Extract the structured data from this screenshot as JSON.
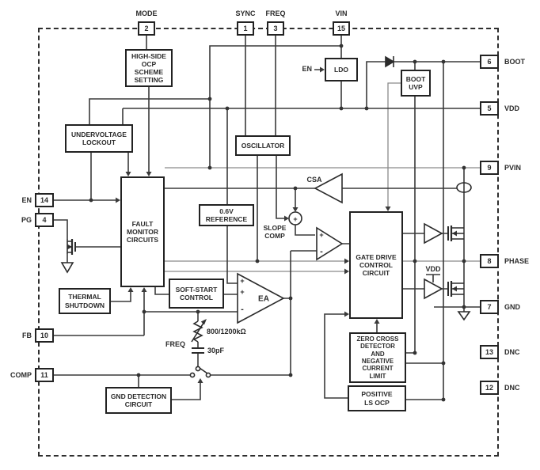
{
  "diagram": {
    "pins": {
      "top": [
        {
          "label": "MODE",
          "num": "2"
        },
        {
          "label": "SYNC",
          "num": "1"
        },
        {
          "label": "FREQ",
          "num": "3"
        },
        {
          "label": "VIN",
          "num": "15"
        }
      ],
      "left": [
        {
          "label": "EN",
          "num": "14"
        },
        {
          "label": "PG",
          "num": "4"
        },
        {
          "label": "FB",
          "num": "10"
        },
        {
          "label": "COMP",
          "num": "11"
        }
      ],
      "right": [
        {
          "label": "BOOT",
          "num": "6"
        },
        {
          "label": "VDD",
          "num": "5"
        },
        {
          "label": "PVIN",
          "num": "9"
        },
        {
          "label": "PHASE",
          "num": "8"
        },
        {
          "label": "GND",
          "num": "7"
        },
        {
          "label": "DNC",
          "num": "13"
        },
        {
          "label": "DNC",
          "num": "12"
        }
      ]
    },
    "blocks": {
      "hs_ocp": "HIGH-SIDE\nOCP\nSCHEME\nSETTING",
      "uvlo": "UNDERVOLTAGE\nLOCKOUT",
      "oscillator": "OSCILLATOR",
      "ldo": "LDO",
      "boot_uvp": "BOOT\nUVP",
      "fault_monitor": "FAULT\nMONITOR\nCIRCUITS",
      "reference": "0.6V\nREFERENCE",
      "soft_start": "SOFT-START\nCONTROL",
      "thermal": "THERMAL\nSHUTDOWN",
      "gate_drive": "GATE DRIVE\nCONTROL\nCIRCUIT",
      "zero_cross": "ZERO CROSS\nDETECTOR\nAND\nNEGATIVE\nCURRENT\nLIMIT",
      "pos_ls_ocp": "POSITIVE\nLS OCP",
      "gnd_detect": "GND DETECTION\nCIRCUIT"
    },
    "labels": {
      "en": "EN",
      "csa": "CSA",
      "slope_comp": "SLOPE\nCOMP",
      "ea": "EA",
      "vdd_driver": "VDD",
      "freq": "FREQ",
      "res_value": "800/1200kΩ",
      "cap_value": "30pF",
      "plus_sign": "+",
      "minus_sign": "-"
    },
    "colors": {
      "wire": "#3a3a3a",
      "wire_light": "#8a8a8a"
    }
  }
}
